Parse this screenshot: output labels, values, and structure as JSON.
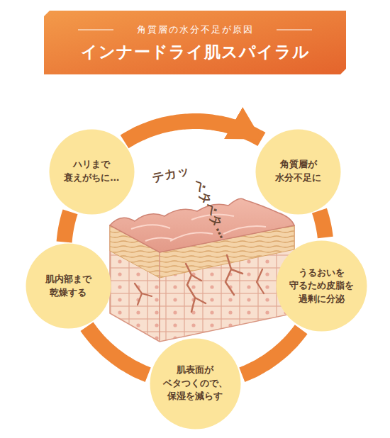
{
  "diagram": {
    "title": "インナードライ肌スパイラル",
    "nodes": [
      {
        "text": [
          "角質層が 水分不足に"
        ]
      },
      {
        "text": [
          "うるおいを 守るため皮脂を 過剰に分泌"
        ]
      },
      {
        "text": [
          "肌表面が ベタつくので、 保湿を減らす"
        ]
      },
      {
        "text": [
          "肌内部まで 乾燥する"
        ]
      },
      {
        "text": [
          "ハリまで 衰えがちに…"
        ]
      }
    ],
    "edges": [
      {
        "from": 0,
        "to": 1,
        "arrow": "none"
      },
      {
        "from": 1,
        "to": 2,
        "arrow": "none"
      },
      {
        "from": 2,
        "to": 3,
        "arrow": "none"
      },
      {
        "from": 3,
        "to": 4,
        "arrow": "none"
      },
      {
        "from": 4,
        "to": 0,
        "arrow": "to"
      }
    ],
    "labels": [
      "角質層の水分不足が原因",
      "テカッ",
      "ベタベタ…"
    ]
  }
}
